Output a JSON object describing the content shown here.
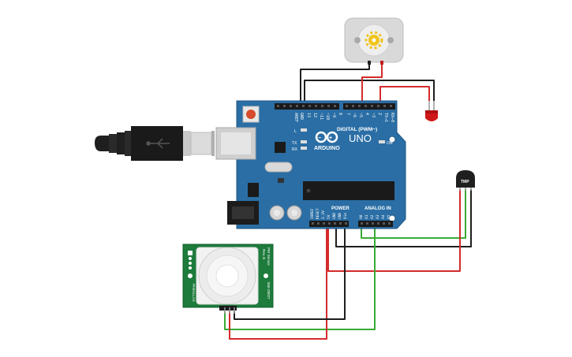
{
  "board": {
    "brand": "ARDUINO",
    "model": "UNO",
    "aref_label": "AREF",
    "gnd_label": "GND",
    "digital_label": "DIGITAL (PWM~)",
    "digital_pins": [
      "13",
      "12",
      "~11",
      "~10",
      "~9",
      "8",
      "7",
      "~6",
      "~5",
      "4",
      "~3",
      "2",
      "TX→1",
      "RX←0"
    ],
    "power_label": "POWER",
    "analog_label": "ANALOG IN",
    "power_pins": [
      "IOREF",
      "RESET",
      "3.3V",
      "5V",
      "GND",
      "GND",
      "Vin"
    ],
    "analog_pins": [
      "A0",
      "A1",
      "A2",
      "A3",
      "A4",
      "A5"
    ],
    "led_l": "L",
    "led_tx": "TX",
    "led_rx": "RX",
    "led_on": "ON"
  },
  "temp_sensor": {
    "label": "TMP"
  },
  "pir_sensor": {
    "label_side_a": "PIR Sensor",
    "label_side_b": "Rev. B",
    "label_side_c": "555-28027",
    "label_side_d": "PARALLAX"
  },
  "colors": {
    "board": "#2a6ea5",
    "wire_black": "#1e1e1e",
    "wire_red": "#d42b2b",
    "wire_green": "#3aaa35",
    "pcb_green": "#1d7b3c",
    "led_red": "#d01818"
  },
  "components": {
    "motor": "dc-motor",
    "led": "red-led",
    "usb": "usb-cable",
    "sensor": "temperature-sensor",
    "pir": "pir-motion-sensor"
  }
}
